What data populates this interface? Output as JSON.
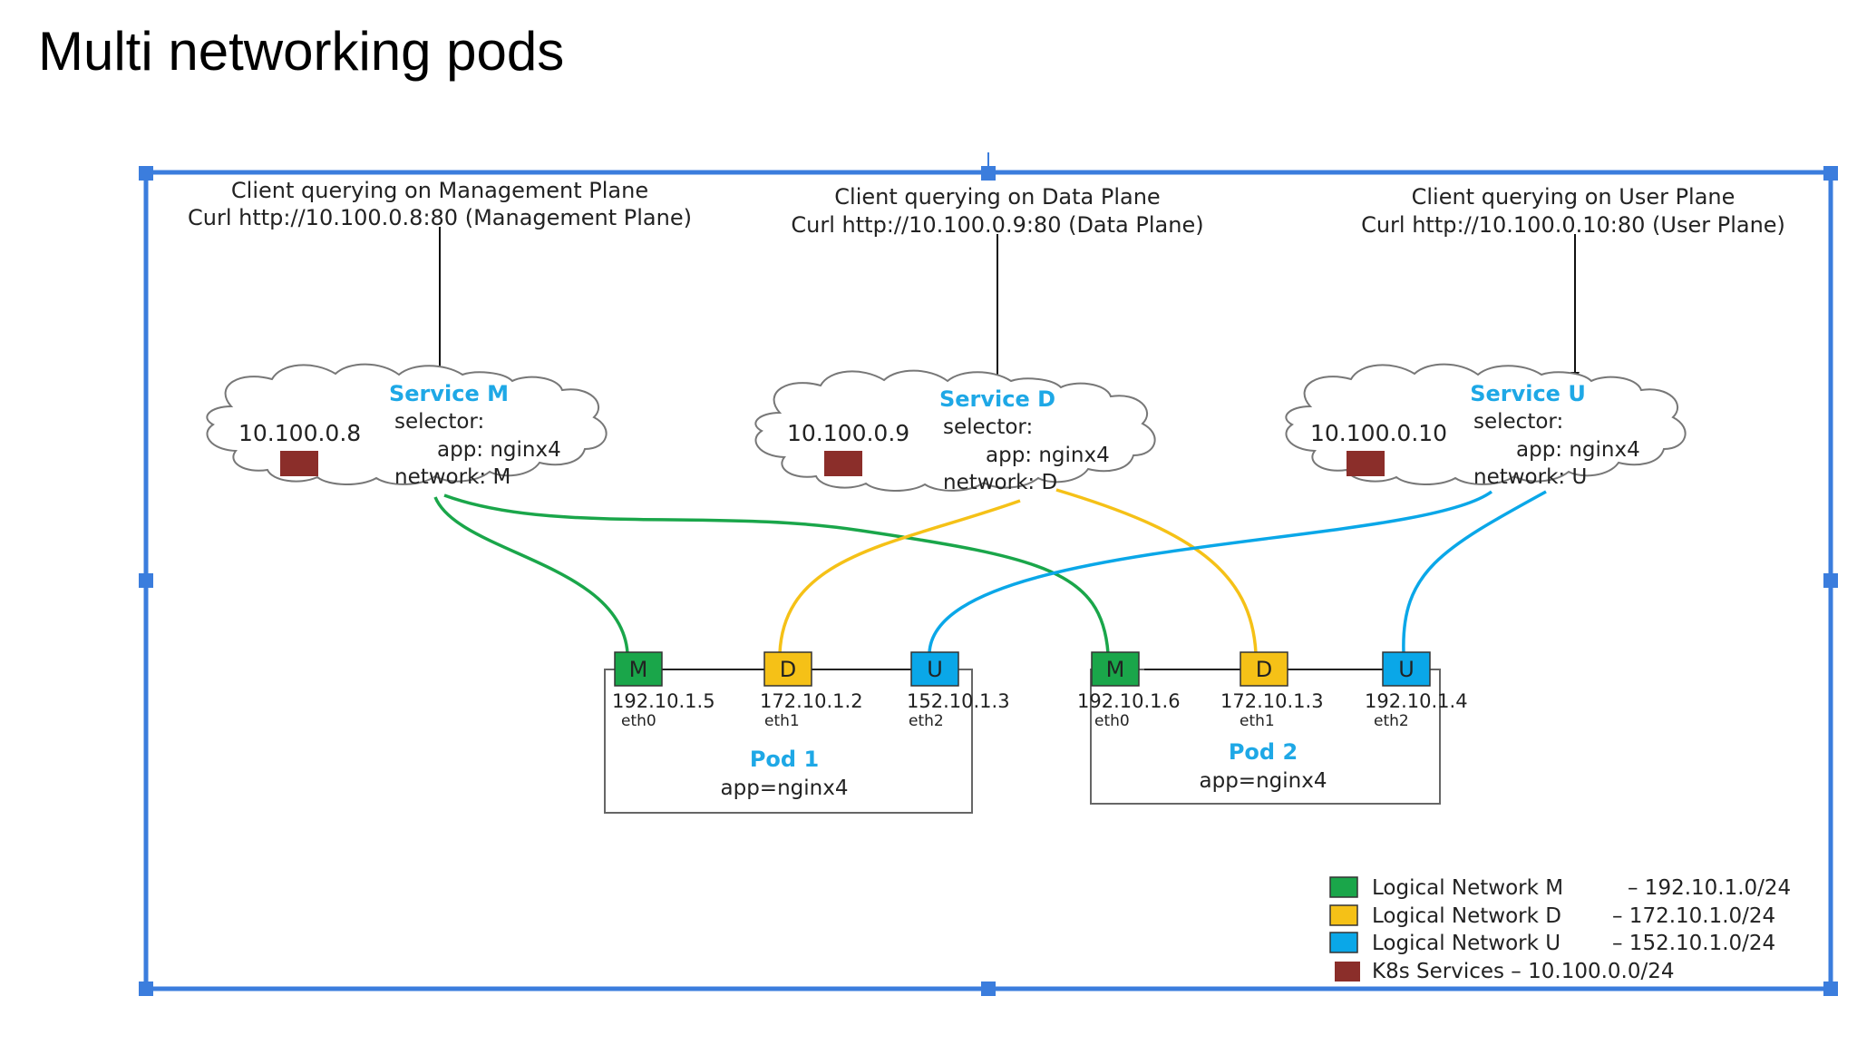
{
  "slide": {
    "title": "Multi networking pods"
  },
  "colors": {
    "network_m": "#1aa64a",
    "network_d": "#f5c117",
    "network_u": "#0aa7e8",
    "k8s_services": "#8b2e2a",
    "selection_frame": "#3b7ddd",
    "label_blue": "#1ea8e6"
  },
  "clients": [
    {
      "title": "Client querying on Management Plane",
      "command": "Curl http://10.100.0.8:80 (Management Plane)"
    },
    {
      "title": "Client querying on Data Plane",
      "command": "Curl http://10.100.0.9:80 (Data Plane)"
    },
    {
      "title": "Client querying on User Plane",
      "command": "Curl http://10.100.0.10:80 (User Plane)"
    }
  ],
  "services": [
    {
      "name": "Service M",
      "ip": "10.100.0.8",
      "selector_label": "selector:",
      "app": "app: nginx4",
      "network": "network: M"
    },
    {
      "name": "Service D",
      "ip": "10.100.0.9",
      "selector_label": "selector:",
      "app": "app: nginx4",
      "network": "network: D"
    },
    {
      "name": "Service U",
      "ip": "10.100.0.10",
      "selector_label": "selector:",
      "app": "app: nginx4",
      "network": "network: U"
    }
  ],
  "pods": [
    {
      "name": "Pod 1",
      "label": "app=nginx4",
      "interfaces": [
        {
          "letter": "M",
          "ip": "192.10.1.5",
          "eth": "eth0",
          "network": "M"
        },
        {
          "letter": "D",
          "ip": "172.10.1.2",
          "eth": "eth1",
          "network": "D"
        },
        {
          "letter": "U",
          "ip": "152.10.1.3",
          "eth": "eth2",
          "network": "U"
        }
      ]
    },
    {
      "name": "Pod 2",
      "label": "app=nginx4",
      "interfaces": [
        {
          "letter": "M",
          "ip": "192.10.1.6",
          "eth": "eth0",
          "network": "M"
        },
        {
          "letter": "D",
          "ip": "172.10.1.3",
          "eth": "eth1",
          "network": "D"
        },
        {
          "letter": "U",
          "ip": "192.10.1.4",
          "eth": "eth2",
          "network": "U"
        }
      ]
    }
  ],
  "legend": [
    {
      "label": "Logical Network M",
      "range": "– 192.10.1.0/24",
      "color": "#1aa64a"
    },
    {
      "label": "Logical Network D",
      "range": "– 172.10.1.0/24",
      "color": "#f5c117"
    },
    {
      "label": "Logical Network U",
      "range": "– 152.10.1.0/24",
      "color": "#0aa7e8"
    },
    {
      "label": "K8s Services – 10.100.0.0/24",
      "range": "",
      "color": "#8b2e2a"
    }
  ]
}
